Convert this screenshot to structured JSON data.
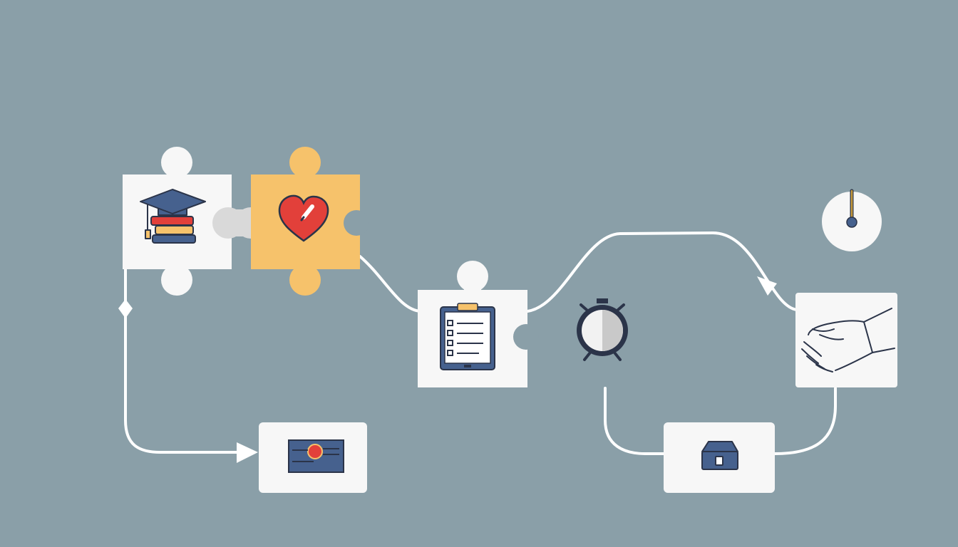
{
  "theme": {
    "background": "#8a9fa8",
    "tile": "#f7f7f7",
    "connector": "#d9d9d9",
    "accent_yellow": "#f6c26b",
    "accent_red": "#e2403a",
    "navy": "#46618e",
    "outline": "#2b3449",
    "line": "#ffffff"
  },
  "nodes": [
    {
      "id": "education",
      "icon": "graduation-cap-books-icon"
    },
    {
      "id": "health",
      "icon": "heart-pencil-icon"
    },
    {
      "id": "checklist",
      "icon": "clipboard-checklist-icon"
    },
    {
      "id": "timer",
      "icon": "stopwatch-icon"
    },
    {
      "id": "agreement",
      "icon": "handshake-icon"
    },
    {
      "id": "gauge",
      "icon": "gauge-dial-icon"
    },
    {
      "id": "certificate",
      "icon": "certificate-icon"
    },
    {
      "id": "archive",
      "icon": "archive-box-icon"
    }
  ],
  "edges": [
    {
      "from": "health",
      "to": "checklist"
    },
    {
      "from": "checklist",
      "to": "agreement"
    },
    {
      "from": "education",
      "to": "certificate"
    },
    {
      "from": "timer",
      "to": "archive"
    },
    {
      "from": "archive",
      "to": "agreement"
    }
  ]
}
